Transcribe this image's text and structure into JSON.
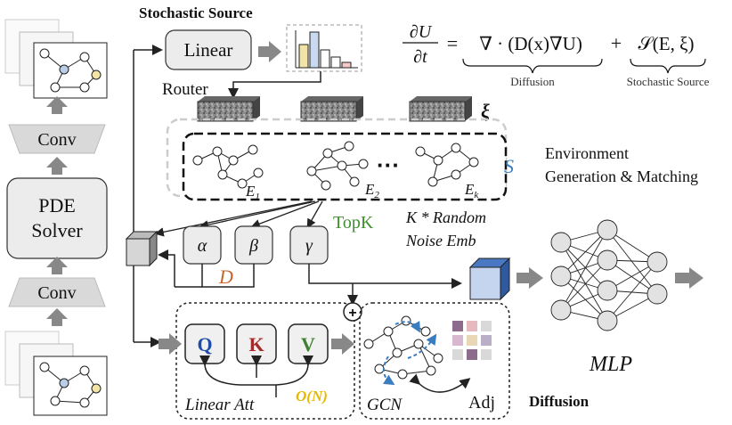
{
  "left_column": {
    "conv_top": "Conv",
    "pde_solver_line1": "PDE",
    "pde_solver_line2": "Solver",
    "conv_bottom": "Conv"
  },
  "stochastic_source": {
    "title": "Stochastic Source",
    "linear": "Linear",
    "router": "Router",
    "xi": "ξ",
    "s_label": "S",
    "env_line1": "Environment",
    "env_line2": "Generation & Matching",
    "e1": "E",
    "e1_sub": "1",
    "e2": "E",
    "e2_sub": "2",
    "ek": "E",
    "ek_sub": "k",
    "dots": "···",
    "topk": "TopK",
    "k_random_line1": "K * Random",
    "k_random_line2": "Noise Emb"
  },
  "equation": {
    "lhs_num": "∂U",
    "lhs_den": "∂t",
    "equals": "=",
    "diffusion_term": "∇ · (D(x)∇U)",
    "plus": "+",
    "source_term": "𝒮(E, ξ)",
    "diffusion_label": "Diffusion",
    "source_label": "Stochastic Source"
  },
  "params": {
    "alpha": "α",
    "beta": "β",
    "gamma": "γ",
    "d_label": "D"
  },
  "attention": {
    "q": "Q",
    "k": "K",
    "v": "V",
    "linear_att": "Linear Att",
    "complexity": "O(N)",
    "plus": "+"
  },
  "gcn": {
    "label": "GCN",
    "adj": "Adj",
    "diffusion_title": "Diffusion"
  },
  "mlp": {
    "label": "MLP"
  },
  "colors": {
    "topk_green": "#3f8f2f",
    "d_orange": "#c8662a",
    "s_blue": "#3a7dbf",
    "on_yellow": "#e6b800",
    "q_blue": "#1f4ea8",
    "k_red": "#a52a2a",
    "v_green": "#3f7f2f"
  }
}
